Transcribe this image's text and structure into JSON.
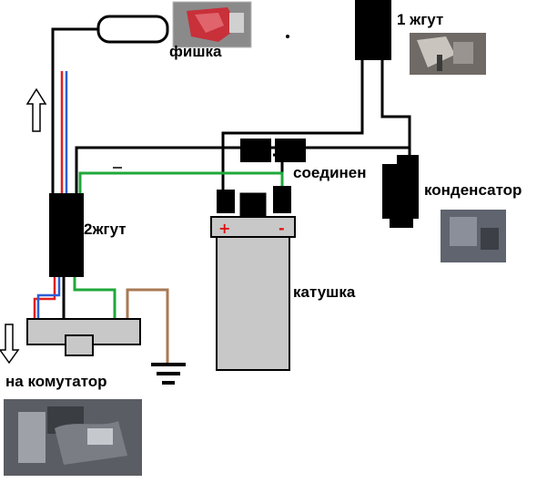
{
  "labels": {
    "connector": "фишка",
    "harness1": "1 жгут",
    "harness2": "2жгут",
    "junction": "соединен",
    "capacitor": "конденсатор",
    "coil": "катушка",
    "commutator": "на комутатор",
    "plus": "+",
    "minus": "-"
  },
  "colors": {
    "wire_black": "#000000",
    "wire_green": "#1fa83a",
    "wire_blue": "#2b5fd9",
    "wire_red": "#e02020",
    "wire_brown": "#a87a55",
    "coil_body": "#c8c8c8",
    "module_body": "#c8c8c8",
    "harness_block": "#000000",
    "coil_sign": "#e01010"
  },
  "icons": {
    "up_arrow": "outline-arrow-up-icon",
    "down_arrow": "outline-arrow-down-icon",
    "ground": "ground-symbol-icon"
  }
}
